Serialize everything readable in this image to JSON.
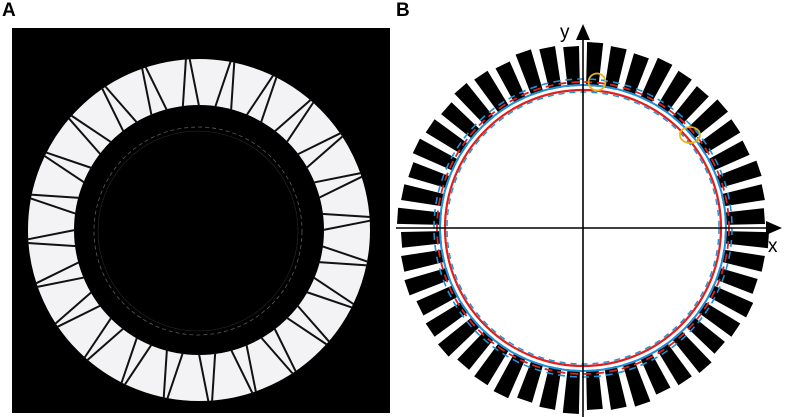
{
  "panels": {
    "a": {
      "label": "A"
    },
    "b": {
      "label": "B",
      "x_axis_label": "x",
      "y_axis_label": "y"
    }
  },
  "segments": {
    "count": 48
  },
  "colors": {
    "background_a": "#000000",
    "ring_white": "#f3f2f4",
    "segment_dark": "#000000",
    "red_circle": "#e0201c",
    "blue_circle": "#1e90d8",
    "highlight": "#e8b21a"
  },
  "icons": {
    "axis_arrow": "arrow-head-icon",
    "highlight_marker": "circle-marker-icon"
  }
}
